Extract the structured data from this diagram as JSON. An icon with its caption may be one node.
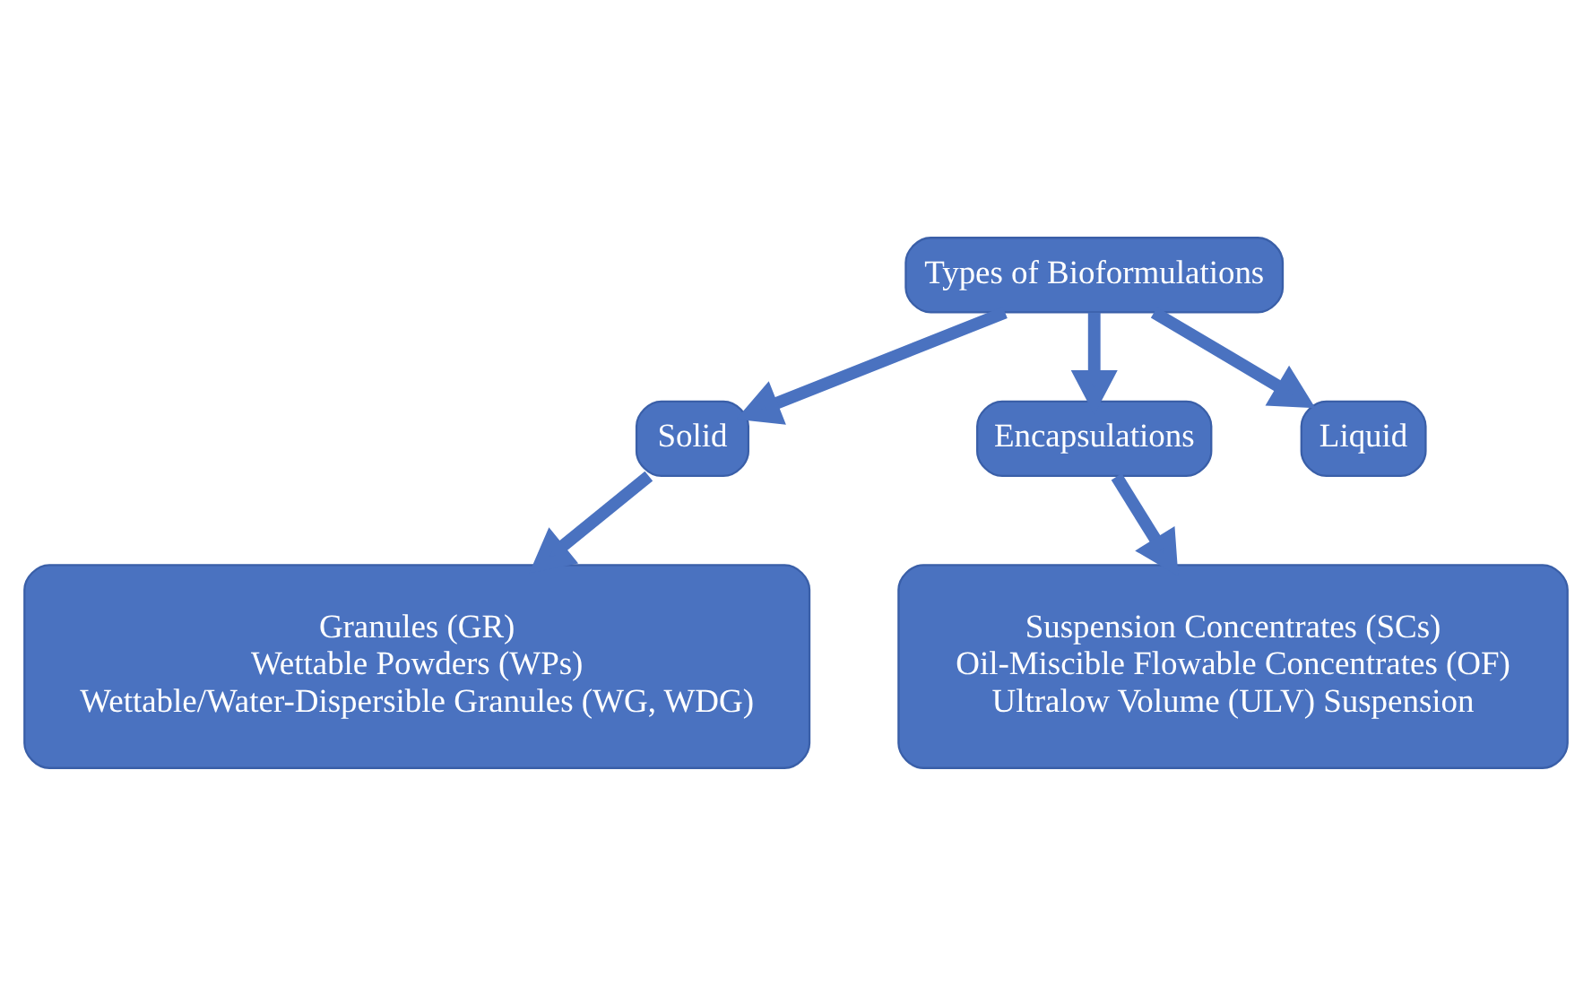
{
  "diagram": {
    "nodes": [
      {
        "text": [
          "Types of Bioformulations"
        ]
      },
      {
        "text": [
          "Solid"
        ]
      },
      {
        "text": [
          "Encapsulations"
        ]
      },
      {
        "text": [
          "Liquid"
        ]
      },
      {
        "text": [
          "Granules (GR)",
          "Wettable Powders (WPs)",
          "Wettable/Water-Dispersible Granules (WG, WDG)"
        ]
      },
      {
        "text": [
          "Suspension Concentrates (SCs)",
          "Oil-Miscible Flowable Concentrates (OF)",
          "Ultralow Volume (ULV) Suspension"
        ]
      }
    ],
    "edges": [
      {
        "from": 0,
        "to": 1,
        "arrow": "to"
      },
      {
        "from": 0,
        "to": 2,
        "arrow": "to"
      },
      {
        "from": 0,
        "to": 3,
        "arrow": "to"
      },
      {
        "from": 1,
        "to": 4,
        "arrow": "to"
      },
      {
        "from": 2,
        "to": 5,
        "arrow": "to"
      }
    ]
  }
}
